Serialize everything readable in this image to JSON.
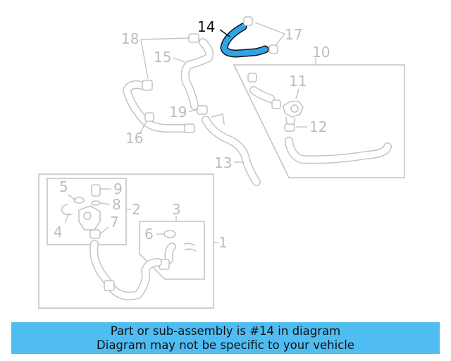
{
  "diagram": {
    "highlighted_part": "14",
    "colors": {
      "highlight": "#2ea3e6",
      "parts": "#c4c4c4",
      "banner": "#4fbcf2"
    },
    "callouts": {
      "c1": "1",
      "c2": "2",
      "c3": "3",
      "c4": "4",
      "c5": "5",
      "c6": "6",
      "c7": "7",
      "c8": "8",
      "c9": "9",
      "c10": "10",
      "c11": "11",
      "c12": "12",
      "c13": "13",
      "c14": "14",
      "c15": "15",
      "c16": "16",
      "c17": "17",
      "c18": "18",
      "c19": "19"
    }
  },
  "banner": {
    "line1": "Part or sub-assembly is #14 in diagram",
    "line2": "Diagram may not be specific to your vehicle"
  }
}
